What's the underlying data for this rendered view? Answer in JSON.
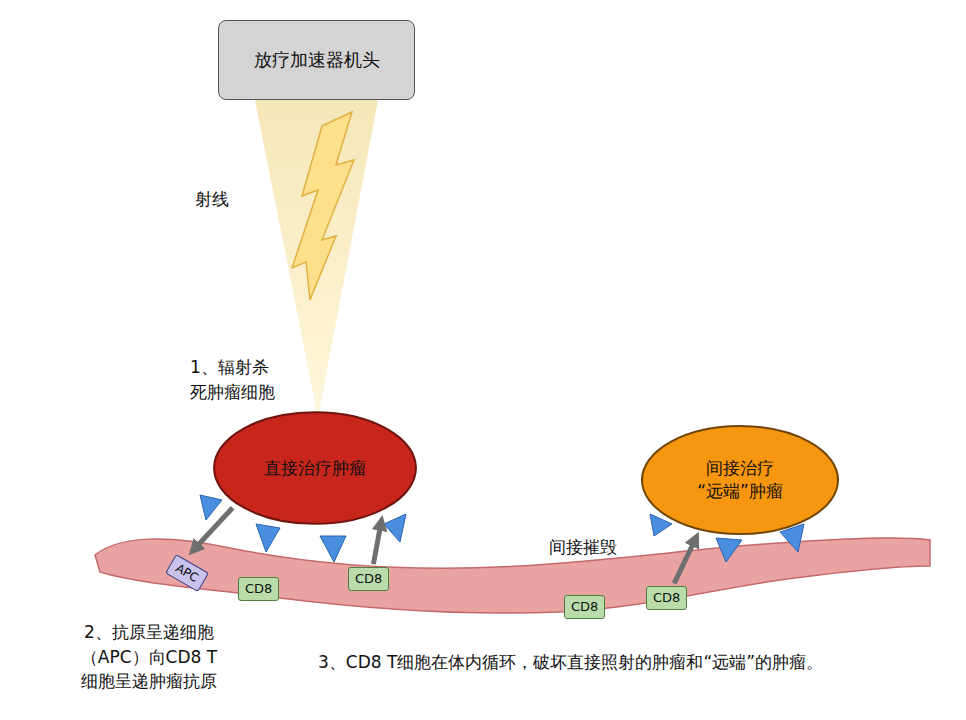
{
  "diagram": {
    "nodes": [
      {
        "text": [
          "放疗加速器机头"
        ]
      },
      {
        "text": [
          "直接治疗肿瘤"
        ]
      },
      {
        "text": [
          "间接治疗 “远端”肿瘤"
        ]
      },
      {
        "text": [
          "APC"
        ]
      },
      {
        "text": [
          "CD8"
        ]
      },
      {
        "text": [
          "CD8"
        ]
      },
      {
        "text": [
          "CD8"
        ]
      },
      {
        "text": [
          "CD8"
        ]
      }
    ],
    "edges": [
      {
        "from": 1,
        "to": 3,
        "arrow": "to"
      },
      {
        "from": 5,
        "to": 1,
        "arrow": "to"
      },
      {
        "from": 7,
        "to": 2,
        "arrow": "to"
      }
    ],
    "labels": [
      "射线",
      "1、辐射杀 死肿瘤细胞",
      "间接摧毁",
      "2、抗原呈递细胞 （APC）向CD8 T 细胞呈递肿瘤抗原",
      "3、CD8 T细胞在体内循环，破坏直接照射的肿瘤和“远端”的肿瘤。"
    ]
  }
}
